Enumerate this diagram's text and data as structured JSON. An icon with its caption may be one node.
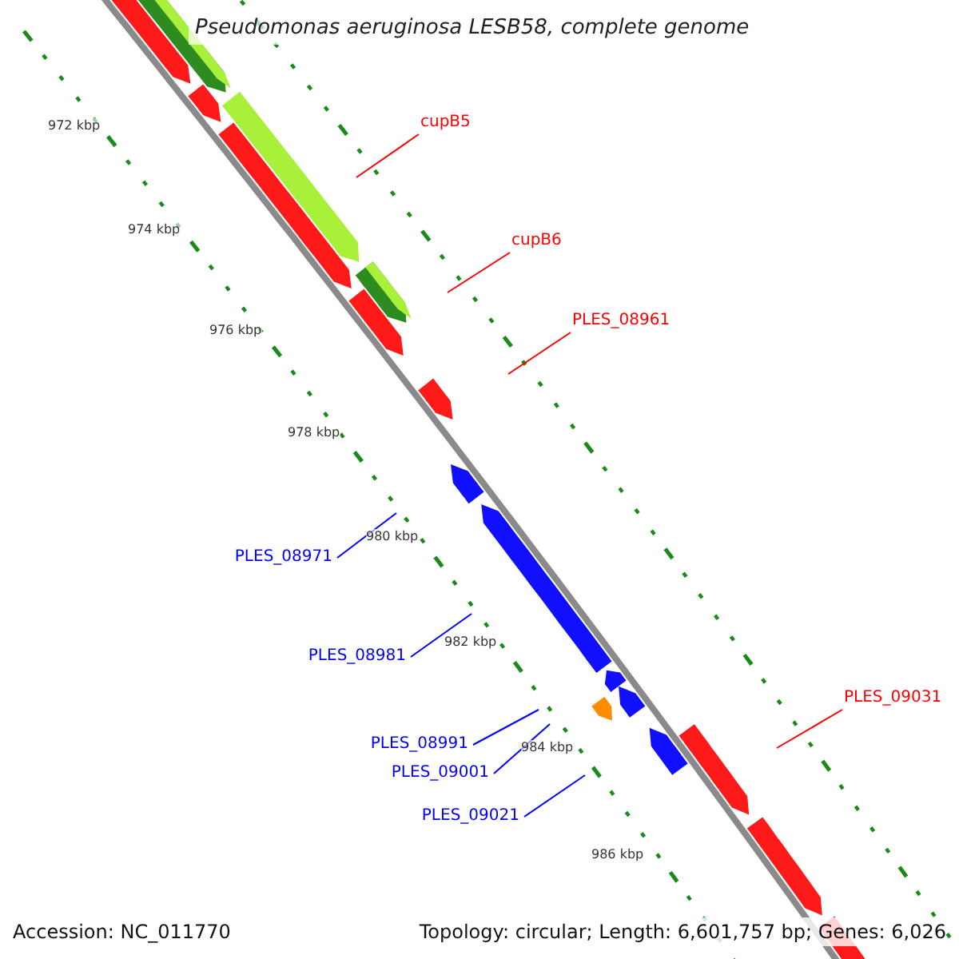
{
  "diagram": {
    "title": "Pseudomonas aeruginosa LESB58, complete genome",
    "nodes": [
      {
        "text": [
          "cupB5"
        ]
      },
      {
        "text": [
          "cupB6"
        ]
      },
      {
        "text": [
          "PLES_08961"
        ]
      },
      {
        "text": [
          "PLES_08971"
        ]
      },
      {
        "text": [
          "PLES_08981"
        ]
      },
      {
        "text": [
          "PLES_08991"
        ]
      },
      {
        "text": [
          "PLES_09001"
        ]
      },
      {
        "text": [
          "PLES_09021"
        ]
      },
      {
        "text": [
          "PLES_09031"
        ]
      }
    ],
    "edges": [
      {
        "from": 0,
        "to": null,
        "arrow": "none",
        "color": "#ff0000"
      },
      {
        "from": 1,
        "to": null,
        "arrow": "none",
        "color": "#ff0000"
      },
      {
        "from": 2,
        "to": null,
        "arrow": "none",
        "color": "#ff0000"
      },
      {
        "from": 3,
        "to": null,
        "arrow": "none"
      },
      {
        "from": 4,
        "to": null,
        "arrow": "none"
      },
      {
        "from": 5,
        "to": null,
        "arrow": "none"
      },
      {
        "from": 6,
        "to": null,
        "arrow": "none"
      },
      {
        "from": 7,
        "to": null,
        "arrow": "none"
      },
      {
        "from": 8,
        "to": null,
        "arrow": "none",
        "color": "#ff0000"
      }
    ],
    "labels": [
      "972 kbp",
      "974 kbp",
      "976 kbp",
      "978 kbp",
      "980 kbp",
      "982 kbp",
      "984 kbp",
      "986 kbp",
      "Accession: NC_011770",
      "Topology: circular; Length: 6,601,757 bp; Genes: 6,026"
    ]
  }
}
